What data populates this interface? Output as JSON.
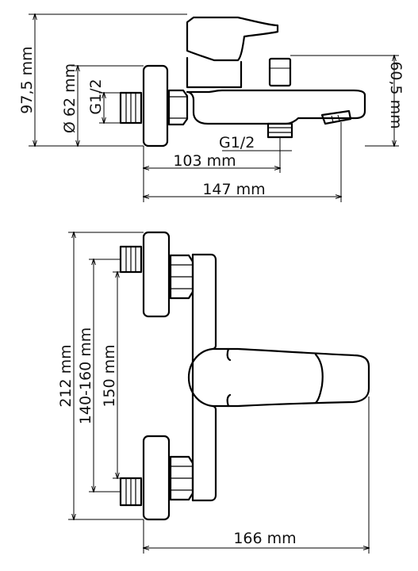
{
  "labels": {
    "height_total": "97,5 mm",
    "diameter": "Ø 62 mm",
    "thread_inlet": "G1/2",
    "height_spout": "60,5 mm",
    "thread_outlet": "G1/2",
    "depth_103": "103 mm",
    "depth_147": "147 mm",
    "height_212": "212 mm",
    "spacing_range": "140-160 mm",
    "spacing_150": "150 mm",
    "width_166": "166 mm"
  }
}
